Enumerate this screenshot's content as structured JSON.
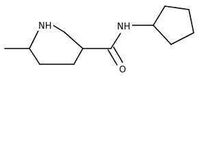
{
  "diagram": {
    "type": "skeletal-formula",
    "labels": {
      "ring_nitrogen": "NH",
      "amide_nitrogen": "NH",
      "carbonyl_oxygen": "O"
    },
    "colors": {
      "bond": "#000000",
      "text": "#000000",
      "background": "#ffffff"
    }
  }
}
